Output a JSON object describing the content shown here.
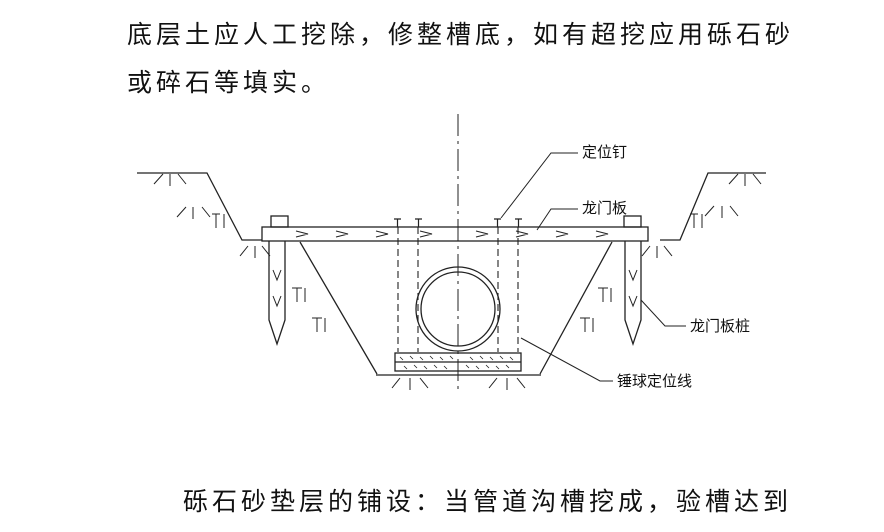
{
  "text": {
    "line1": "底层土应人工挖除，修整槽底，如有超挖应用砾石砂",
    "line2": "或碎石等填实。",
    "line3": "砾石砂垫层的铺设：当管道沟槽挖成，验槽达到"
  },
  "diagram": {
    "labels": {
      "nail": "定位钉",
      "board": "龙门板",
      "pile": "龙门板桩",
      "plumb": "锤球定位线"
    }
  }
}
